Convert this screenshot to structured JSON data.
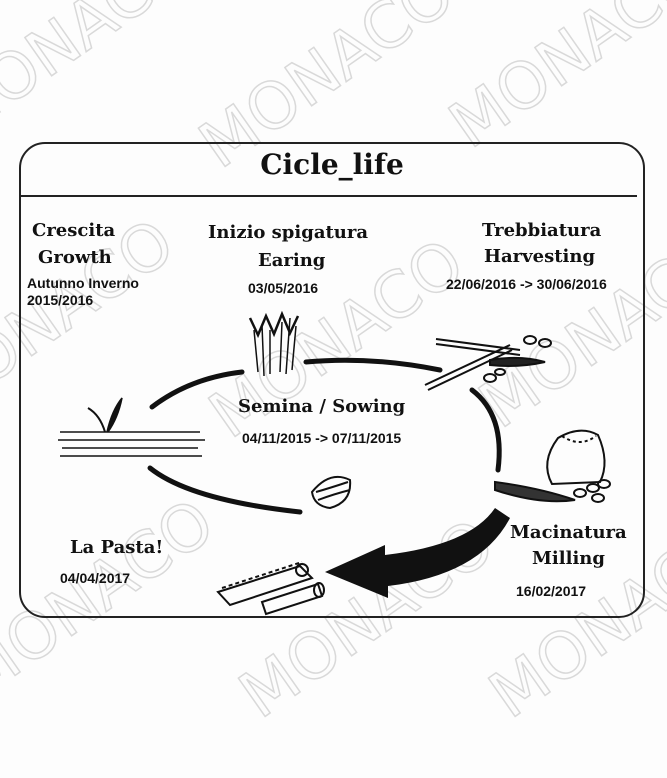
{
  "title": "Cicle_life",
  "watermark": "MONACO",
  "stages": {
    "growth": {
      "it": "Crescita",
      "en": "Growth",
      "period": "Autunno Inverno",
      "date": "2015/2016"
    },
    "earing": {
      "it": "Inizio spigatura",
      "en": "Earing",
      "date": "03/05/2016"
    },
    "harvesting": {
      "it": "Trebbiatura",
      "en": "Harvesting",
      "date": "22/06/2016 -> 30/06/2016"
    },
    "sowing": {
      "label": "Semina / Sowing",
      "date": "04/11/2015 -> 07/11/2015"
    },
    "milling": {
      "it": "Macinatura",
      "en": "Milling",
      "date": "16/02/2017"
    },
    "pasta": {
      "label": "La Pasta!",
      "date": "04/04/2017"
    }
  },
  "icons": [
    "sprout-icon",
    "wheat-ears-icon",
    "thresher-icon",
    "flour-sack-icon",
    "seed-icon",
    "pasta-icon",
    "arrow-icon"
  ],
  "colors": {
    "ink": "#111111",
    "watermark": "#d8d8d8"
  }
}
